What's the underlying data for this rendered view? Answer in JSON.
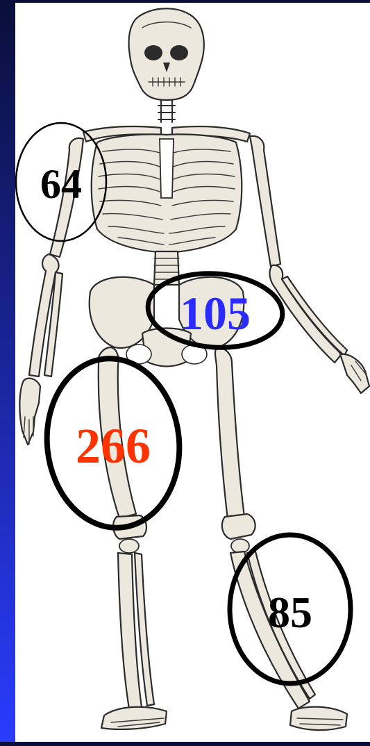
{
  "colors": {
    "sidebar_top": "#0a0f3a",
    "sidebar_bottom": "#2a3cff",
    "bone_fill": "#ece8de",
    "ink": "#2b2b2b"
  },
  "annotations": [
    {
      "id": "shoulder",
      "value": "64",
      "color": "#000000"
    },
    {
      "id": "hip",
      "value": "105",
      "color": "#2b2bff"
    },
    {
      "id": "femur",
      "value": "266",
      "color": "#ff3300"
    },
    {
      "id": "tibia",
      "value": "85",
      "color": "#000000"
    }
  ]
}
